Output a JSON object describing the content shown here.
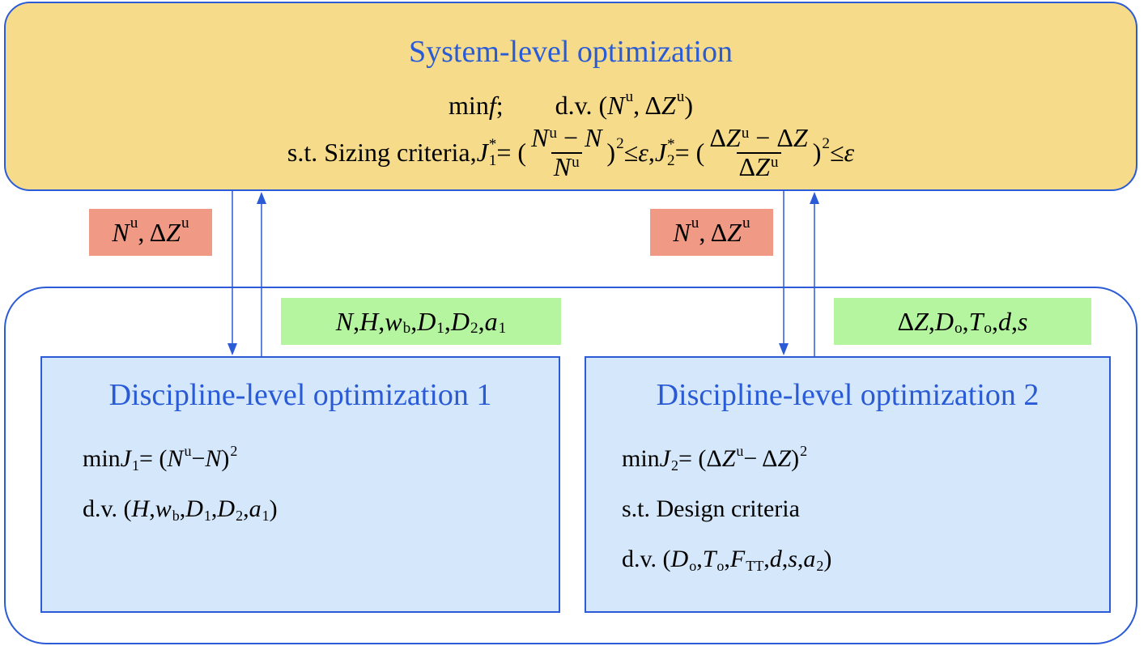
{
  "system": {
    "title": "System-level optimization",
    "line1": [
      {
        "r": "min "
      },
      {
        "i": "f"
      },
      {
        "r": ";        d.v. ("
      },
      {
        "i": "N"
      },
      {
        "sup": "u"
      },
      {
        "r": ", Δ"
      },
      {
        "i": "Z"
      },
      {
        "sup": "u"
      },
      {
        "r": ")"
      }
    ],
    "line2": [
      {
        "r": "s.t. Sizing criteria, "
      },
      {
        "i": "J"
      },
      {
        "ss": [
          "*",
          "1"
        ]
      },
      {
        "r": " = ("
      },
      {
        "frac": {
          "num": [
            {
              "i": "N"
            },
            {
              "sup": "u"
            },
            {
              "r": " − "
            },
            {
              "i": "N"
            }
          ],
          "den": [
            {
              "i": "N"
            },
            {
              "sup": "u"
            }
          ]
        }
      },
      {
        "r": ")"
      },
      {
        "sup": "2"
      },
      {
        "r": " ≤ "
      },
      {
        "i": "ε"
      },
      {
        "r": ", "
      },
      {
        "i": "J"
      },
      {
        "ss": [
          "*",
          "2"
        ]
      },
      {
        "r": " = ("
      },
      {
        "frac": {
          "num": [
            {
              "r": "Δ"
            },
            {
              "i": "Z"
            },
            {
              "sup": "u"
            },
            {
              "r": " − Δ"
            },
            {
              "i": "Z"
            }
          ],
          "den": [
            {
              "r": "Δ"
            },
            {
              "i": "Z"
            },
            {
              "sup": "u"
            }
          ]
        }
      },
      {
        "r": ")"
      },
      {
        "sup": "2"
      },
      {
        "r": " ≤ "
      },
      {
        "i": "ε"
      }
    ]
  },
  "links": {
    "down_left": [
      {
        "i": "N"
      },
      {
        "sup": "u"
      },
      {
        "r": ", Δ"
      },
      {
        "i": "Z"
      },
      {
        "sup": "u"
      }
    ],
    "down_right": [
      {
        "i": "N"
      },
      {
        "sup": "u"
      },
      {
        "r": ", Δ"
      },
      {
        "i": "Z"
      },
      {
        "sup": "u"
      }
    ],
    "up_left": [
      {
        "i": "N"
      },
      {
        "r": ","
      },
      {
        "i": "H"
      },
      {
        "r": ","
      },
      {
        "i": "w"
      },
      {
        "sub": "b"
      },
      {
        "r": ","
      },
      {
        "i": "D"
      },
      {
        "sub": "1"
      },
      {
        "r": ","
      },
      {
        "i": "D"
      },
      {
        "sub": "2"
      },
      {
        "r": ","
      },
      {
        "i": "a"
      },
      {
        "sub": "1"
      }
    ],
    "up_right": [
      {
        "r": "Δ"
      },
      {
        "i": "Z"
      },
      {
        "r": ","
      },
      {
        "i": "D"
      },
      {
        "sub": "o"
      },
      {
        "r": ","
      },
      {
        "i": "T"
      },
      {
        "sub": "o"
      },
      {
        "r": ","
      },
      {
        "i": "d"
      },
      {
        "r": ","
      },
      {
        "i": "s"
      }
    ]
  },
  "discipline1": {
    "title": "Discipline-level optimization 1",
    "lines": [
      [
        {
          "r": "min "
        },
        {
          "i": "J"
        },
        {
          "sub": "1"
        },
        {
          "r": " = ("
        },
        {
          "i": "N"
        },
        {
          "sup": "u"
        },
        {
          "r": " − "
        },
        {
          "i": "N"
        },
        {
          "r": ")"
        },
        {
          "sup": "2"
        }
      ],
      [
        {
          "r": "d.v. ("
        },
        {
          "i": "H"
        },
        {
          "r": ","
        },
        {
          "i": "w"
        },
        {
          "sub": "b"
        },
        {
          "r": ","
        },
        {
          "i": "D"
        },
        {
          "sub": "1"
        },
        {
          "r": ","
        },
        {
          "i": "D"
        },
        {
          "sub": "2"
        },
        {
          "r": ","
        },
        {
          "i": "a"
        },
        {
          "sub": "1"
        },
        {
          "r": ")"
        }
      ]
    ]
  },
  "discipline2": {
    "title": "Discipline-level optimization 2",
    "lines": [
      [
        {
          "r": "min "
        },
        {
          "i": "J"
        },
        {
          "sub": "2"
        },
        {
          "r": " = (Δ"
        },
        {
          "i": "Z"
        },
        {
          "sup": "u"
        },
        {
          "r": " − Δ"
        },
        {
          "i": "Z"
        },
        {
          "r": ")"
        },
        {
          "sup": "2"
        }
      ],
      [
        {
          "r": "s.t. Design criteria"
        }
      ],
      [
        {
          "r": "d.v. ("
        },
        {
          "i": "D"
        },
        {
          "sub": "o"
        },
        {
          "r": ","
        },
        {
          "i": "T"
        },
        {
          "sub": "o"
        },
        {
          "r": ","
        },
        {
          "i": "F"
        },
        {
          "sub": "TT"
        },
        {
          "r": ","
        },
        {
          "i": "d"
        },
        {
          "r": ","
        },
        {
          "i": "s"
        },
        {
          "r": ","
        },
        {
          "i": "a"
        },
        {
          "sub": "2"
        },
        {
          "r": ")"
        }
      ]
    ]
  },
  "colors": {
    "border": "#2b5bd6",
    "system_fill": "#f6dc8a",
    "discipline_fill": "#d5e8fb",
    "down_tag": "#f09a85",
    "up_tag": "#b5f5a0",
    "title": "#2a5bd7"
  }
}
